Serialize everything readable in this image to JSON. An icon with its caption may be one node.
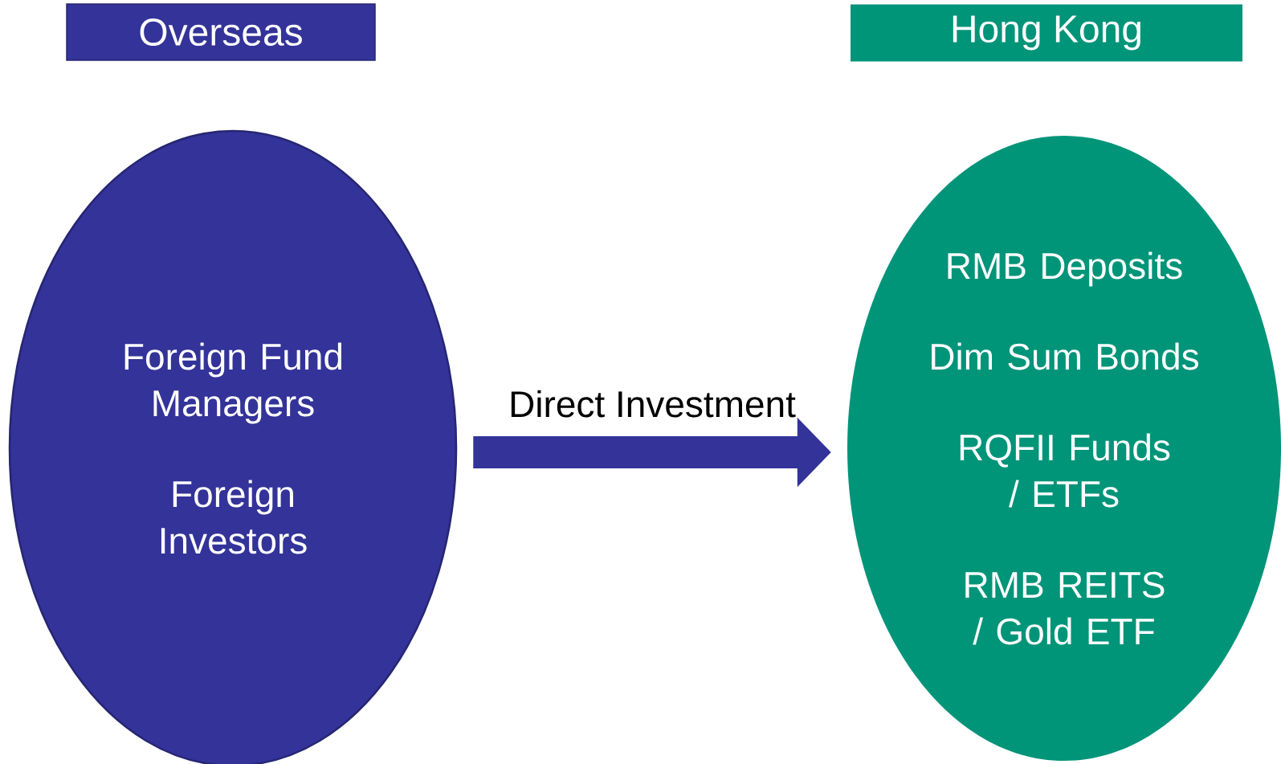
{
  "diagram": {
    "nodes": [
      {
        "text": [
          "Overseas"
        ]
      },
      {
        "text": [
          "Hong Kong"
        ]
      },
      {
        "text": [
          "Foreign Fund Managers",
          "Foreign Investors"
        ]
      },
      {
        "text": [
          "RMB Deposits",
          "Dim Sum Bonds",
          "RQFII Funds / ETFs",
          "RMB REITS / Gold ETF"
        ]
      }
    ],
    "edges": [
      {
        "from": 2,
        "to": 3,
        "arrow": "to",
        "label": "Direct Investment"
      }
    ]
  }
}
